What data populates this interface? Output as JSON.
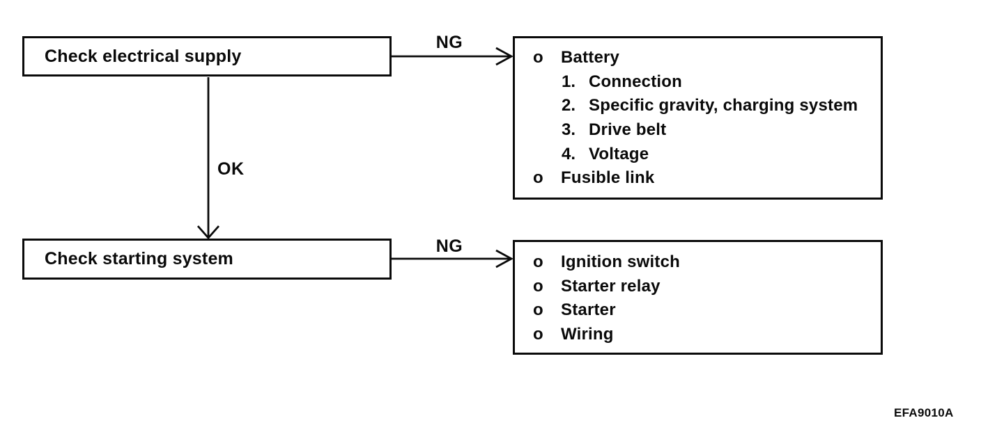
{
  "flow": {
    "step1": {
      "label": "Check electrical supply"
    },
    "step2": {
      "label": "Check starting system"
    },
    "edges": {
      "ng1": "NG",
      "ok": "OK",
      "ng2": "NG"
    },
    "causes1": {
      "lines": [
        {
          "marker": "o",
          "text": "Battery"
        },
        {
          "marker": "1.",
          "text": "Connection"
        },
        {
          "marker": "2.",
          "text": "Specific gravity, charging system"
        },
        {
          "marker": "3.",
          "text": "Drive belt"
        },
        {
          "marker": "4.",
          "text": "Voltage"
        },
        {
          "marker": "o",
          "text": "Fusible link"
        }
      ]
    },
    "causes2": {
      "lines": [
        {
          "marker": "o",
          "text": "Ignition switch"
        },
        {
          "marker": "o",
          "text": "Starter relay"
        },
        {
          "marker": "o",
          "text": "Starter"
        },
        {
          "marker": "o",
          "text": "Wiring"
        }
      ]
    }
  },
  "caption": "EFA9010A",
  "colors": {
    "ink": "#0a0a0a",
    "background": "#ffffff"
  }
}
